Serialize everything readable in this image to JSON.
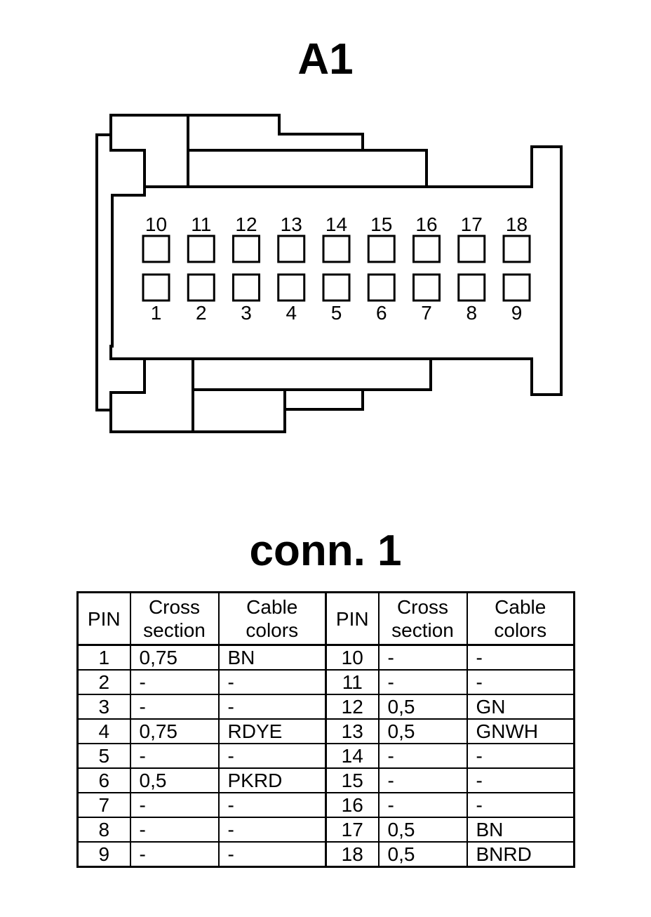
{
  "connector": {
    "title": "A1",
    "pins_top": [
      "10",
      "11",
      "12",
      "13",
      "14",
      "15",
      "16",
      "17",
      "18"
    ],
    "pins_bottom": [
      "1",
      "2",
      "3",
      "4",
      "5",
      "6",
      "7",
      "8",
      "9"
    ]
  },
  "table": {
    "title": "conn. 1",
    "headers": {
      "pin": "PIN",
      "cross_line1": "Cross",
      "cross_line2": "section",
      "color_line1": "Cable",
      "color_line2": "colors"
    },
    "left": [
      {
        "pin": "1",
        "cross": "0,75",
        "color": "BN"
      },
      {
        "pin": "2",
        "cross": "-",
        "color": "-"
      },
      {
        "pin": "3",
        "cross": "-",
        "color": "-"
      },
      {
        "pin": "4",
        "cross": "0,75",
        "color": "RDYE"
      },
      {
        "pin": "5",
        "cross": "-",
        "color": "-"
      },
      {
        "pin": "6",
        "cross": "0,5",
        "color": "PKRD"
      },
      {
        "pin": "7",
        "cross": "-",
        "color": "-"
      },
      {
        "pin": "8",
        "cross": "-",
        "color": "-"
      },
      {
        "pin": "9",
        "cross": "-",
        "color": "-"
      }
    ],
    "right": [
      {
        "pin": "10",
        "cross": "-",
        "color": "-"
      },
      {
        "pin": "11",
        "cross": "-",
        "color": "-"
      },
      {
        "pin": "12",
        "cross": "0,5",
        "color": "GN"
      },
      {
        "pin": "13",
        "cross": "0,5",
        "color": "GNWH"
      },
      {
        "pin": "14",
        "cross": "-",
        "color": "-"
      },
      {
        "pin": "15",
        "cross": "-",
        "color": "-"
      },
      {
        "pin": "16",
        "cross": "-",
        "color": "-"
      },
      {
        "pin": "17",
        "cross": "0,5",
        "color": "BN"
      },
      {
        "pin": "18",
        "cross": "0,5",
        "color": "BNRD"
      }
    ]
  }
}
